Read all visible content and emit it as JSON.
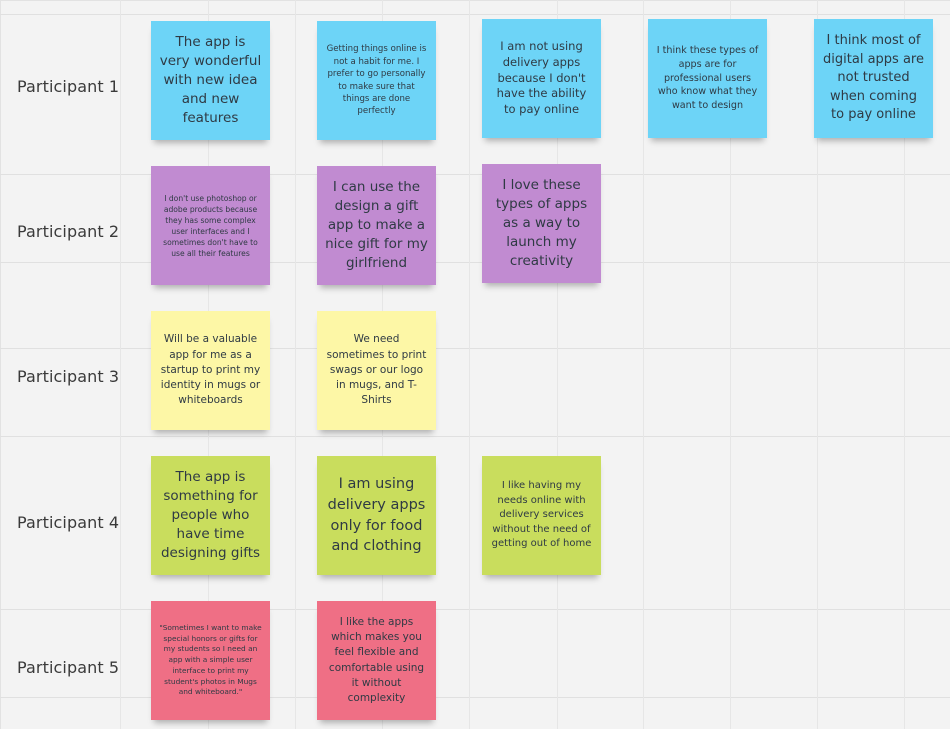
{
  "rows": [
    {
      "label": "Participant 1"
    },
    {
      "label": "Participant 2"
    },
    {
      "label": "Participant 3"
    },
    {
      "label": "Participant 4"
    },
    {
      "label": "Participant 5"
    }
  ],
  "notes": {
    "p1": [
      "The app is very wonderful with new idea and new features",
      "Getting things online is not a habit for me. I prefer to go personally to make sure that things are done perfectly",
      "I am not using delivery apps because I don't have the ability to pay online",
      "I think these types of apps are for professional users who know what they want to design",
      "I think most of digital apps are not trusted when coming to pay online"
    ],
    "p2": [
      "I don't use photoshop or adobe products because they has some complex user interfaces and I sometimes don't have to use all their features",
      "I can use the design a gift app to make a nice gift for my girlfriend",
      "I love these types of apps as a way to launch my creativity"
    ],
    "p3": [
      "Will be a valuable app for me as a startup to print my identity in mugs or whiteboards",
      "We need sometimes to print swags or our logo in mugs, and T-Shirts"
    ],
    "p4": [
      "The app is something for people who have time designing gifts",
      "I am using delivery apps only for food and clothing",
      "I like having my needs online with delivery services without the need of getting out of home"
    ],
    "p5": [
      "\"Sometimes I want to make special honors or gifts for my students so I need an app with a simple user interface to print my student's photos in Mugs and whiteboard.\"",
      "I like the apps which makes you feel flexible and comfortable using it without complexity"
    ]
  },
  "colors": {
    "p1": "#6dd4f7",
    "p2": "#c18bd1",
    "p3": "#fdf7a6",
    "p4": "#c9dd5d",
    "p5": "#ef6f85"
  }
}
